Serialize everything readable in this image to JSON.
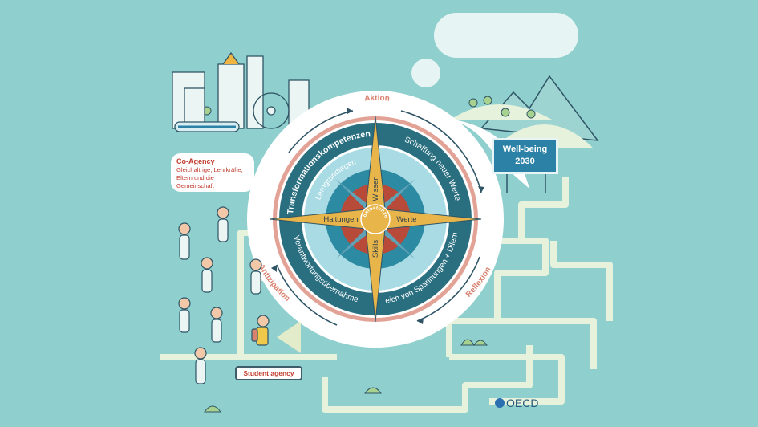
{
  "compass": {
    "outer_labels": {
      "top": "Aktion",
      "right": "Reflexion",
      "left": "Antizipation"
    },
    "ring_outer": {
      "transformation": "Transformationskompetenzen",
      "value": "Schaffung neuer Werte",
      "tension": "Ausgleich von Spannungen + Dilemmata",
      "responsibility": "Verantwortungsübernahme"
    },
    "ring_middle": {
      "foundations": "Lerngrundlagen"
    },
    "needle": {
      "top": "Wissen",
      "right": "Werte",
      "left": "Haltungen",
      "bottom": "Skills",
      "center": "Kompetenzen"
    }
  },
  "coagency": {
    "title": "Co-Agency",
    "body": "Gleichaltrige, Lehrkräfte, Eltern und die Gemeinschaft"
  },
  "student_agency": "Student agency",
  "billboard": {
    "line1": "Well-being",
    "line2": "2030"
  },
  "brand": "OECD",
  "colors": {
    "background": "#8fd0ce",
    "ring_dark": "#2a6f80",
    "ring_mid": "#a9dbe4",
    "ring_inner": "#2c8aa3",
    "core": "#b84a39",
    "needle": "#e8b54a",
    "accent_red": "#d9826f"
  }
}
